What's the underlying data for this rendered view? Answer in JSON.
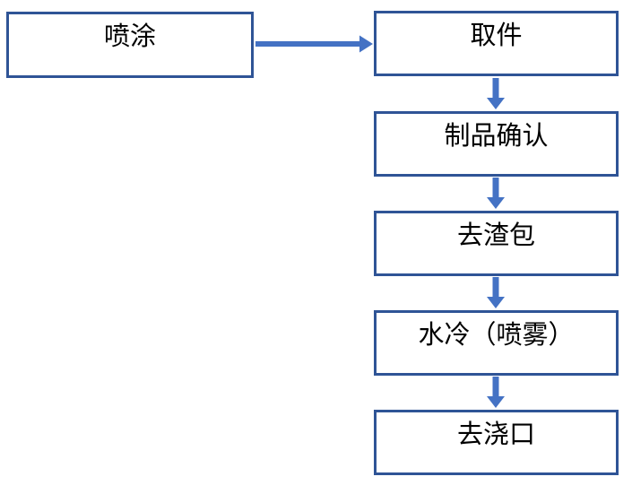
{
  "diagram": {
    "type": "flowchart",
    "nodes": [
      {
        "id": "spray-coating",
        "label": "喷涂"
      },
      {
        "id": "part-removal",
        "label": "取件"
      },
      {
        "id": "product-check",
        "label": "制品确认"
      },
      {
        "id": "slag-bag-removal",
        "label": "去渣包"
      },
      {
        "id": "water-cooling",
        "label": "水冷（喷雾）"
      },
      {
        "id": "gate-removal",
        "label": "去浇口"
      }
    ],
    "edges": [
      {
        "from": "喷涂",
        "to": "取件"
      },
      {
        "from": "取件",
        "to": "制品确认"
      },
      {
        "from": "制品确认",
        "to": "去渣包"
      },
      {
        "from": "去渣包",
        "to": "水冷（喷雾）"
      },
      {
        "from": "水冷（喷雾）",
        "to": "去浇口"
      }
    ],
    "colors": {
      "box_border": "#2F5496",
      "box_fill": "#FFFFFF",
      "arrow": "#4472C4",
      "text": "#000000",
      "background": "#FFFFFF"
    }
  }
}
